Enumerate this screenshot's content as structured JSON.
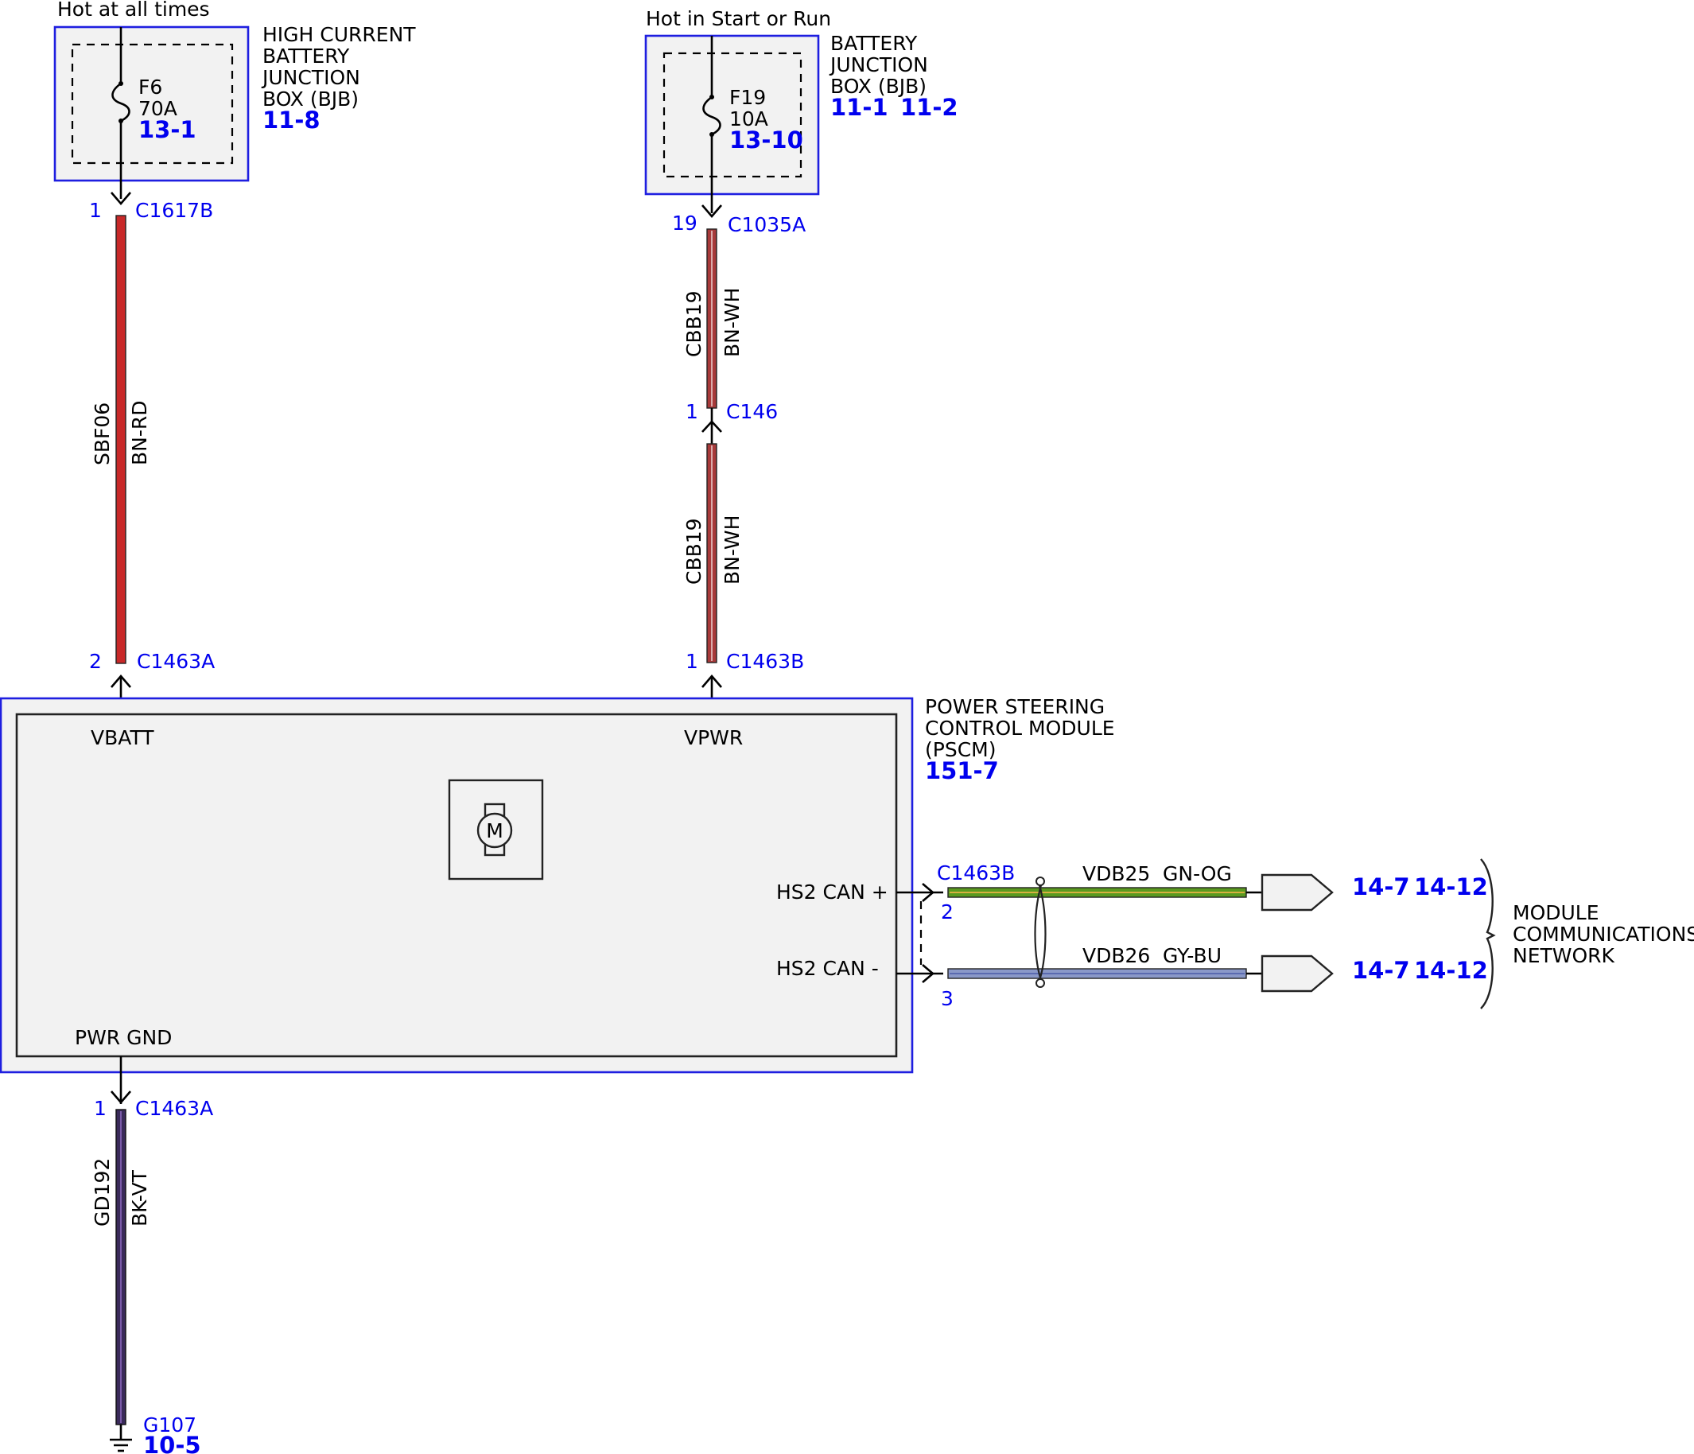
{
  "colors": {
    "reference_blue": "#0000ee",
    "box_outline": "#1e1ee0",
    "box_fill": "#f2f2f2",
    "wire_bn_rd": "#c82828",
    "wire_bn_wh": "#a83a3a",
    "wire_bk_vt": "#3a2a5a",
    "wire_gn_og": "#5a9a20",
    "wire_gy_bu": "#8a98c8"
  },
  "fuse_f6": {
    "supply": "Hot at all times",
    "fuse_id": "F6",
    "rating": "70A",
    "ref": "13-1",
    "box_title": [
      "HIGH CURRENT",
      "BATTERY",
      "JUNCTION",
      "BOX (BJB)"
    ],
    "box_ref": "11-8"
  },
  "fuse_f19": {
    "supply": "Hot in Start or Run",
    "fuse_id": "F19",
    "rating": "10A",
    "ref": "13-10",
    "box_title": [
      "BATTERY",
      "JUNCTION",
      "BOX (BJB)"
    ],
    "box_refs": [
      "11-1",
      "11-2"
    ]
  },
  "circuits": {
    "sbf06": {
      "circuit": "SBF06",
      "color": "BN-RD",
      "top": {
        "pin": "1",
        "connector": "C1617B"
      },
      "bottom": {
        "pin": "2",
        "connector": "C1463A"
      }
    },
    "cbb19_upper": {
      "circuit": "CBB19",
      "color": "BN-WH",
      "top": {
        "pin": "19",
        "connector": "C1035A"
      },
      "bottom": {
        "pin": "1",
        "connector": "C146"
      }
    },
    "cbb19_lower": {
      "circuit": "CBB19",
      "color": "BN-WH",
      "bottom": {
        "pin": "1",
        "connector": "C1463B"
      }
    },
    "gd192": {
      "circuit": "GD192",
      "color": "BK-VT",
      "top": {
        "pin": "1",
        "connector": "C1463A"
      },
      "ground": "G107",
      "ground_ref": "10-5"
    },
    "vdb25": {
      "circuit": "VDB25",
      "color": "GN-OG",
      "connector": "C1463B",
      "pin": "2",
      "refs": [
        "14-7",
        "14-12"
      ]
    },
    "vdb26": {
      "circuit": "VDB26",
      "color": "GY-BU",
      "pin": "3",
      "refs": [
        "14-7",
        "14-12"
      ]
    }
  },
  "module": {
    "title": [
      "POWER STEERING",
      "CONTROL MODULE",
      "(PSCM)"
    ],
    "ref": "151-7",
    "motor_symbol": "M",
    "pins": {
      "vbatt": "VBATT",
      "vpwr": "VPWR",
      "can_plus": "HS2 CAN +",
      "can_minus": "HS2 CAN -",
      "pwr_gnd": "PWR GND"
    }
  },
  "network": {
    "label": [
      "MODULE",
      "COMMUNICATIONS",
      "NETWORK"
    ]
  }
}
